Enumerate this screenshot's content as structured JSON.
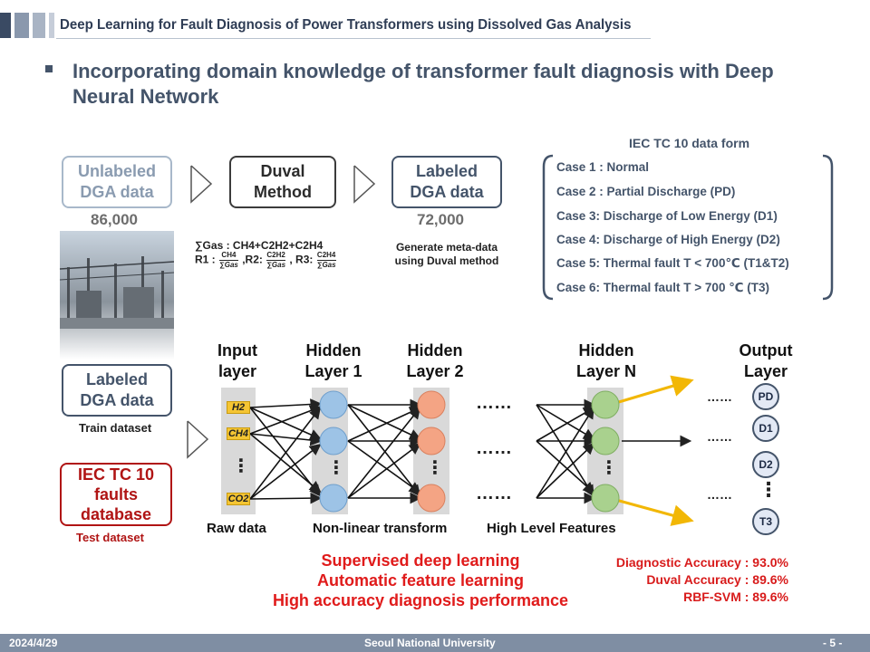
{
  "header": {
    "title": "Deep Learning for Fault Diagnosis of Power Transformers using Dissolved Gas Analysis",
    "colors": {
      "dark": "#3a4a63",
      "mid": "#8a98ad",
      "light": "#c6cdd9"
    }
  },
  "headline": "Incorporating domain knowledge of transformer fault diagnosis with Deep Neural Network",
  "pipeline": {
    "unlabeled": "Unlabeled\nDGA data",
    "unlabeled_count": "86,000",
    "duval": "Duval\nMethod",
    "labeled": "Labeled\nDGA data",
    "labeled_count": "72,000",
    "gas_sum": "∑Gas : CH4+C2H2+C2H4",
    "ratio_r1": "R1 :",
    "ratio_r2": ",R2:",
    "ratio_r3": ", R3:",
    "r1_num": "CH4",
    "r2_num": "C2H2",
    "r3_num": "C2H4",
    "den": "∑Gas",
    "meta_note": "Generate  meta-data\nusing Duval method"
  },
  "iec": {
    "title": "IEC TC 10 data form",
    "cases": [
      "Case 1 : Normal",
      "Case 2 : Partial Discharge (PD)",
      "Case 3: Discharge of Low Energy (D1)",
      "Case 4: Discharge of High Energy (D2)",
      "Case 5: Thermal fault T < 700℃ (T1&T2)",
      "Case 6: Thermal fault T > 700 ℃ (T3)"
    ]
  },
  "train": {
    "box": "Labeled\nDGA data",
    "label": "Train dataset"
  },
  "test": {
    "box": "IEC TC 10\nfaults\ndatabase",
    "label": "Test  dataset"
  },
  "network": {
    "layers": [
      "Input\nlayer",
      "Hidden\nLayer 1",
      "Hidden\nLayer 2",
      "Hidden\nLayer N",
      "Output\nLayer"
    ],
    "inputs": [
      "H2",
      "CH4",
      "CO2"
    ],
    "outputs": [
      "PD",
      "D1",
      "D2",
      "T3"
    ],
    "dots": "……",
    "vdots": "⋮",
    "captions": [
      "Raw data",
      "Non-linear transform",
      "High Level Features"
    ],
    "colors": {
      "blue": "#9dc3e6",
      "orange": "#f4a484",
      "green": "#a9d18e",
      "arrow": "#f2b705"
    }
  },
  "summary": [
    "Supervised deep learning",
    "Automatic feature learning",
    "High accuracy diagnosis performance"
  ],
  "accuracy": [
    "Diagnostic Accuracy : 93.0%",
    "Duval Accuracy : 89.6%",
    "RBF-SVM : 89.6%"
  ],
  "footer": {
    "date": "2024/4/29",
    "org": "Seoul National University",
    "page": "- 5 -"
  }
}
